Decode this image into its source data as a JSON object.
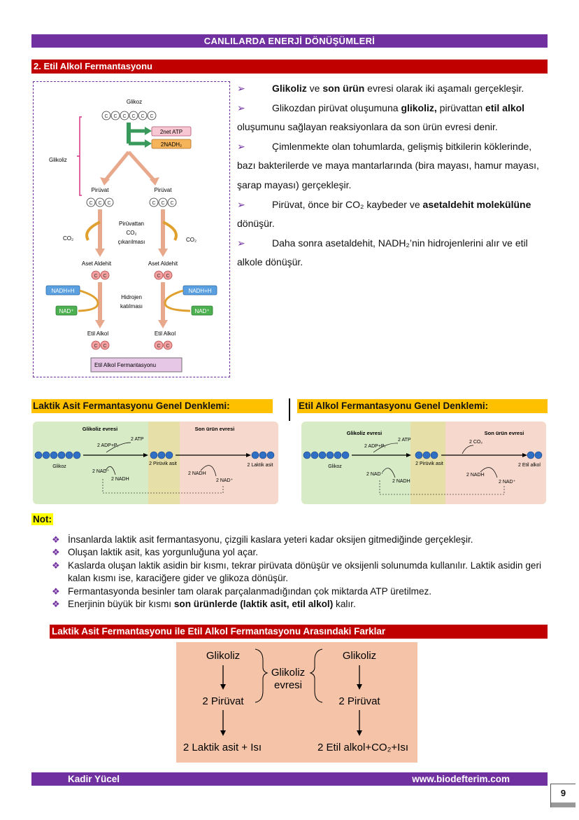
{
  "header": {
    "title": "CANLILARDA ENERJİ DÖNÜŞÜMLERİ"
  },
  "section": {
    "title": "2. Etil Alkol Fermantasyonu"
  },
  "diagram": {
    "glikoz": "Glikoz",
    "atp": "2net ATP",
    "nadh": "2NADH₂",
    "glikoliz": "Glikoliz",
    "piruvat_left": "Pirüvat",
    "piruvat_right": "Pirüvat",
    "co2_left": "CO₂",
    "co2_right": "CO₂",
    "co2_removal_1": "Pirüvattan",
    "co2_removal_2": "CO₂",
    "co2_removal_3": "çıkarılması",
    "aset_left": "Aset Aldehit",
    "aset_right": "Aset Aldehit",
    "nadh_h_left": "NADH+H",
    "nadh_h_right": "NADH+H",
    "nad_left": "NAD⁺",
    "nad_right": "NAD⁺",
    "hidrojen_1": "Hidrojen",
    "hidrojen_2": "katılması",
    "etil_left": "Etil Alkol",
    "etil_right": "Etil Alkol",
    "caption": "Etil Alkol Fermantasyonu",
    "carbon": "C"
  },
  "bullets": [
    {
      "pre": "",
      "b1": "Glikoliz",
      "mid": " ve ",
      "b2": "son ürün",
      "post": " evresi olarak iki aşamalı gerçekleşir."
    },
    {
      "pre": "Glikozdan pirüvat oluşumuna ",
      "b1": "glikoliz,",
      "mid": " pirüvattan ",
      "b2": "etil alkol",
      "post": " oluşumunu sağlayan reaksiyonlara da son ürün evresi denir."
    },
    {
      "pre": "Çimlenmekte olan tohumlarda, gelişmiş bitkilerin köklerinde, bazı bakterilerde ve maya mantarlarında (bira mayası, hamur mayası, şarap mayası) gerçekleşir.",
      "b1": "",
      "mid": "",
      "b2": "",
      "post": ""
    },
    {
      "pre": "Pirüvat, önce bir CO₂ kaybeder ve ",
      "b1": "asetaldehit molekülüne",
      "mid": " dönüşür.",
      "b2": "",
      "post": ""
    },
    {
      "pre": "Daha sonra asetaldehit, NADH₂’nin hidrojenlerini alır ve etil alkole dönüşür.",
      "b1": "",
      "mid": "",
      "b2": "",
      "post": ""
    }
  ],
  "equations": {
    "lactic_title": "Laktik Asit Fermantasyonu Genel Denklemi:",
    "ethyl_title": "Etil Alkol Fermantasyonu Genel Denklemi:",
    "glikoliz_evresi": "Glikoliz evresi",
    "son_urun_evresi": "Son ürün evresi",
    "adp": "2 ADP+Pᵢ",
    "atp": "2 ATP",
    "glikoz": "Glikoz",
    "piruvik": "2 Pirüvik asit",
    "nad_plus": "2 NAD⁺",
    "nadh": "2 NADH",
    "laktik": "2 Laktik asit",
    "co2": "2 CO₂",
    "etil": "2 Etil alkol"
  },
  "note": {
    "label": "Not:",
    "items": [
      {
        "text": "İnsanlarda laktik asit fermantasyonu, çizgili kaslara yeteri kadar oksijen gitmediğinde gerçekleşir.",
        "bold": "",
        "tail": ""
      },
      {
        "text": "Oluşan laktik asit, kas yorgunluğuna yol açar.",
        "bold": "",
        "tail": ""
      },
      {
        "text": "Kaslarda oluşan laktik asidin bir kısmı, tekrar pirüvata dönüşür ve oksijenli solunumda kullanılır. Laktik asidin geri kalan kısmı ise, karaciğere gider ve glikoza dönüşür.",
        "bold": "",
        "tail": ""
      },
      {
        "text": "Fermantasyonda besinler tam olarak parçalanmadığından çok miktarda ATP üretilmez.",
        "bold": "",
        "tail": ""
      },
      {
        "text": "Enerjinin büyük bir kısmı ",
        "bold": "son ürünlerde (laktik asit, etil alkol)",
        "tail": " kalır."
      }
    ]
  },
  "differences": {
    "title": "Laktik Asit Fermantasyonu ile Etil Alkol Fermantasyonu Arasındaki Farklar",
    "glikoliz_left": "Glikoliz",
    "glikoliz_right": "Glikoliz",
    "glikoliz_evresi_1": "Glikoliz",
    "glikoliz_evresi_2": "evresi",
    "piruvat_left": "2 Pirüvat",
    "piruvat_right": "2 Pirüvat",
    "laktik_result": "2 Laktik asit + Isı",
    "etil_result": "2 Etil alkol+CO₂+Isı"
  },
  "footer": {
    "author": "Kadir Yücel",
    "site": "www.biodefterim.com",
    "page": "9"
  },
  "colors": {
    "purple": "#7030a0",
    "red": "#c00000",
    "orange": "#ffc000",
    "yellow": "#ffff00"
  }
}
